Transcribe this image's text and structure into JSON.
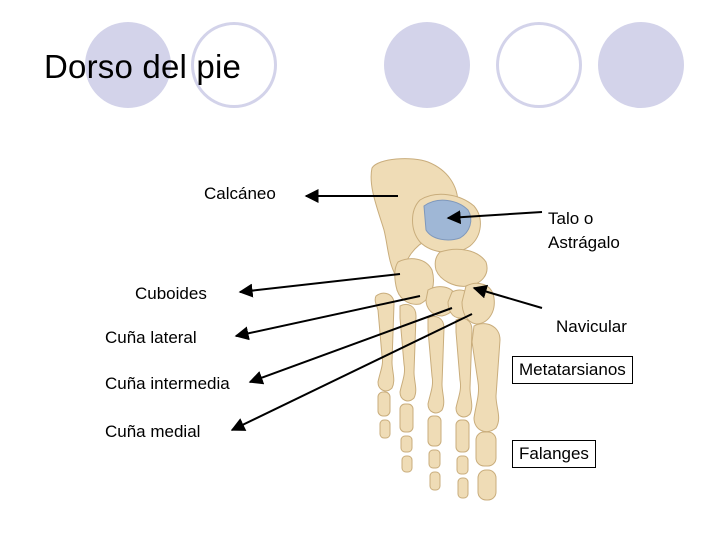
{
  "title": "Dorso del pie",
  "labels": {
    "calcaneo": "Calcáneo",
    "talo": "Talo o",
    "astragalo": "Astrágalo",
    "cuboides": "Cuboides",
    "navicular": "Navicular",
    "cuna_lateral": "Cuña lateral",
    "metatarsianos": "Metatarsianos",
    "cuna_intermedia": "Cuña intermedia",
    "cuna_medial": "Cuña medial",
    "falanges": "Falanges"
  },
  "colors": {
    "decor_fill": "#d3d3ea",
    "bone": "#efdcb6",
    "bone_shadow": "#c9ad7c",
    "talus_cartilage": "#9fb7d6"
  }
}
